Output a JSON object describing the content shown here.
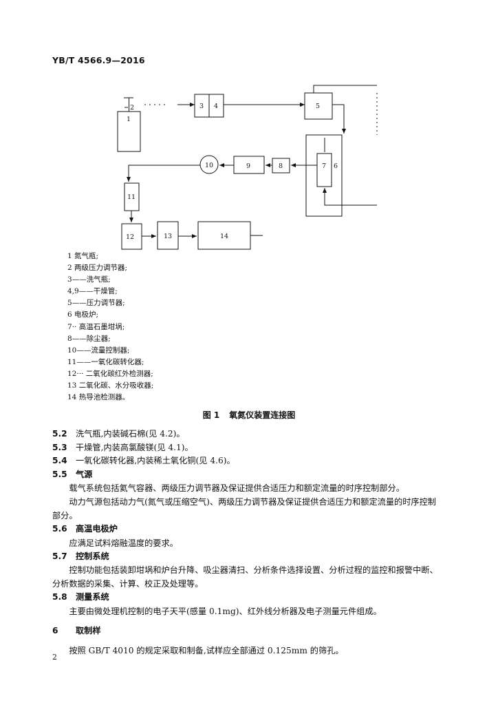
{
  "header": {
    "standard_code": "YB/T 4566.9—2016"
  },
  "diagram": {
    "box_labels": {
      "b1": "1",
      "b2": "2",
      "b3": "3",
      "b4": "4",
      "b5": "5",
      "b6": "6",
      "b7": "7",
      "b8": "8",
      "b9": "9",
      "b10": "10",
      "b11": "11",
      "b12": "12",
      "b13": "13",
      "b14": "14"
    }
  },
  "legend": [
    {
      "num": "1",
      "sep": "      ",
      "text": "氮气瓶;"
    },
    {
      "num": "2",
      "sep": "      ",
      "text": "两级压力调节器;"
    },
    {
      "num": "3",
      "sep": "——",
      "text": "洗气瓶;"
    },
    {
      "num": "4,9",
      "sep": "——",
      "text": "干燥管;"
    },
    {
      "num": "5",
      "sep": "——",
      "text": "压力调节器;"
    },
    {
      "num": "6",
      "sep": "      ",
      "text": "电极炉;"
    },
    {
      "num": "7",
      "sep": "··   ",
      "text": "高温石墨坩埚;"
    },
    {
      "num": "8",
      "sep": "——",
      "text": "除尘器;"
    },
    {
      "num": "10",
      "sep": "——",
      "text": "流量控制器;"
    },
    {
      "num": "11",
      "sep": "——",
      "text": "一氧化碳转化器;"
    },
    {
      "num": "12",
      "sep": "···   ",
      "text": "二氧化碳红外检测器;"
    },
    {
      "num": "13",
      "sep": "      ",
      "text": "二氧化碳、水分吸收器;"
    },
    {
      "num": "14",
      "sep": "      ",
      "text": "热导池检测器。"
    }
  ],
  "figure_caption": {
    "number": "图 1",
    "title": "氧氮仪装置连接图"
  },
  "sections": {
    "s5_2": {
      "num": "5.2",
      "text": "洗气瓶,内装碱石棉(见 4.2)。"
    },
    "s5_3": {
      "num": "5.3",
      "text": "干燥管,内装高氯酸镁(见 4.1)。"
    },
    "s5_4": {
      "num": "5.4",
      "text": "一氧化碳转化器,内装稀土氧化铜(见 4.6)。"
    },
    "s5_5": {
      "num": "5.5",
      "heading": "气源",
      "p1": "载气系统包括氦气容器、两级压力调节器及保证提供合适压力和额定流量的时序控制部分。",
      "p2": "动力气源包括动力气(氮气或压缩空气)、两级压力调节器及保证提供合适压力和额定流量的时序控制部分。"
    },
    "s5_6": {
      "num": "5.6",
      "heading": "高温电极炉",
      "p1": "应满足试料熔融温度的要求。"
    },
    "s5_7": {
      "num": "5.7",
      "heading": "控制系统",
      "p1": "控制功能包括装卸坩埚和炉台升降、吸尘器清扫、分析条件选择设置、分析过程的监控和报警中断、分析数据的采集、计算、校正及处理等。"
    },
    "s5_8": {
      "num": "5.8",
      "heading": "测量系统",
      "p1": "主要由微处理机控制的电子天平(感量 0.1mg)、红外线分析器及电子测量元件组成。"
    },
    "s6": {
      "num": "6",
      "heading": "取制样",
      "p1": "按照 GB/T 4010 的规定采取和制备,试样应全部通过 0.125mm 的筛孔。"
    }
  },
  "page_number": "2"
}
